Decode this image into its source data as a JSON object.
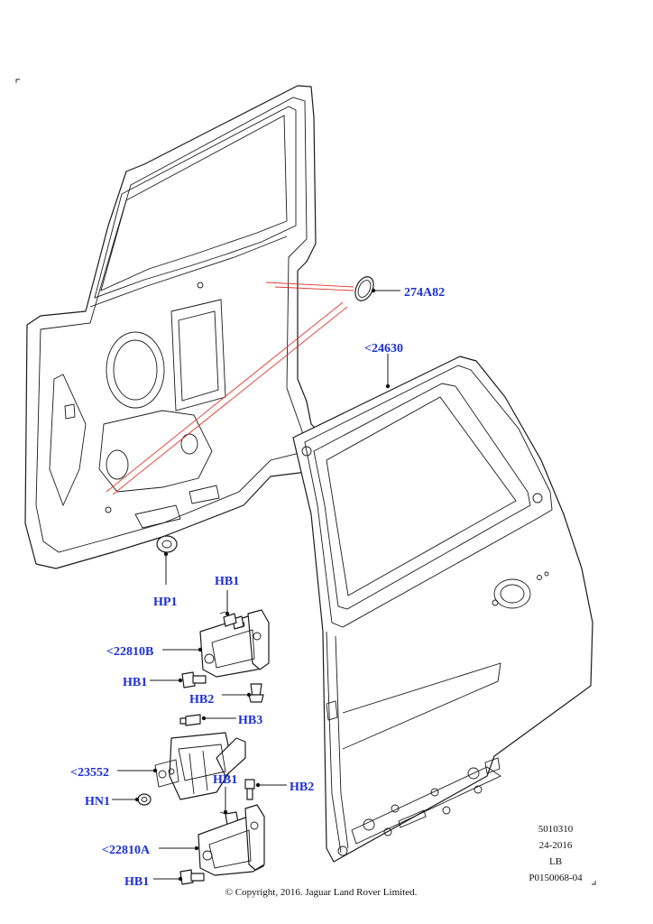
{
  "callouts": {
    "c274A82": "274A82",
    "c24630": "<24630",
    "cHP1": "HP1",
    "cHB1_top": "HB1",
    "c22810B": "<22810B",
    "cHB1_mid": "HB1",
    "cHB2_mid": "HB2",
    "cHB3": "HB3",
    "c23552": "<23552",
    "cHN1": "HN1",
    "cHB1_low": "HB1",
    "cHB2_low": "HB2",
    "c22810A": "<22810A",
    "cHB1_bottom": "HB1"
  },
  "info_block": {
    "line1": "5010310",
    "line2": "24-2016",
    "line3": "LB",
    "line4": "P0150068-04"
  },
  "copyright": "© Copyright, 2016. Jaguar Land Rover Limited.",
  "colors": {
    "callout_text": "#1c2fd6",
    "leader_red": "#e0382d",
    "line_art": "#1a1a1a",
    "background": "#ffffff"
  }
}
